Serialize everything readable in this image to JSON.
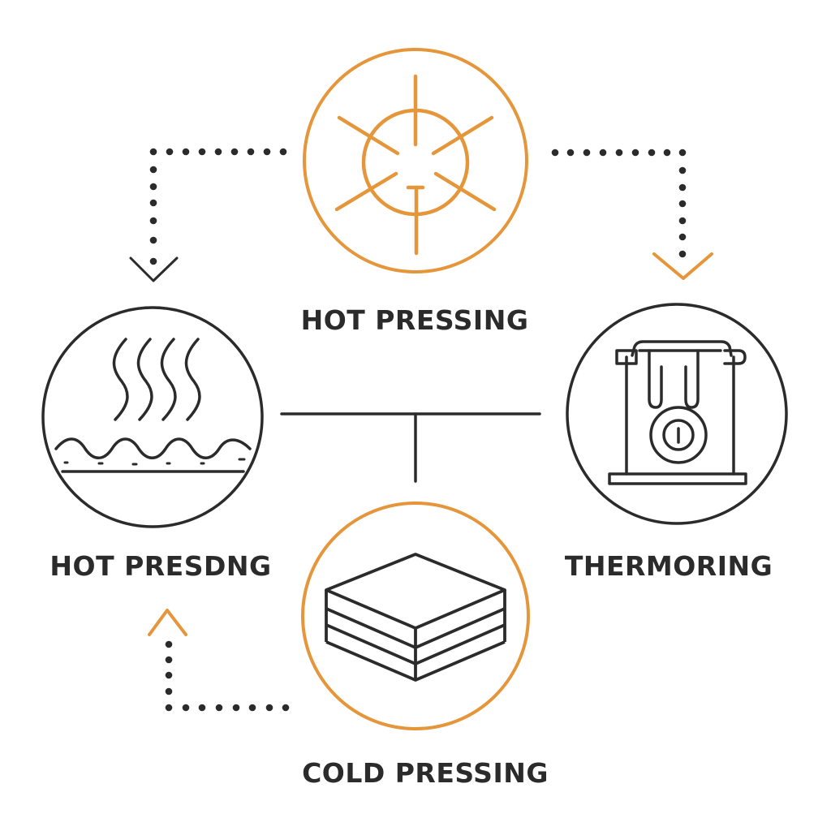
{
  "diagram": {
    "type": "process-cycle",
    "colors": {
      "accent": "#E5963A",
      "ink": "#2B2B2B",
      "background": "#FFFFFF"
    },
    "nodes": [
      {
        "id": "top",
        "label": "HOT PRESSING",
        "icon": "sun-burst-icon",
        "ring_color": "accent"
      },
      {
        "id": "left",
        "label": "HOT PRESDNG",
        "icon": "steam-waves-icon",
        "ring_color": "ink"
      },
      {
        "id": "right",
        "label": "THERMORING",
        "icon": "press-machine-icon",
        "ring_color": "ink"
      },
      {
        "id": "bottom",
        "label": "COLD PRESSING",
        "icon": "layered-stack-icon",
        "ring_color": "accent"
      }
    ],
    "connectors": [
      {
        "from": "top",
        "to": "left",
        "style": "dotted",
        "arrowhead": "chevron-down",
        "arrow_color": "ink"
      },
      {
        "from": "top",
        "to": "right",
        "style": "dotted",
        "arrowhead": "chevron-down",
        "arrow_color": "accent"
      },
      {
        "from": "bottom",
        "to": "left",
        "style": "dotted",
        "arrowhead": "chevron-up",
        "arrow_color": "accent"
      },
      {
        "from": "left",
        "to": "right",
        "style": "solid-t-junction",
        "branch_to": "bottom"
      }
    ]
  }
}
